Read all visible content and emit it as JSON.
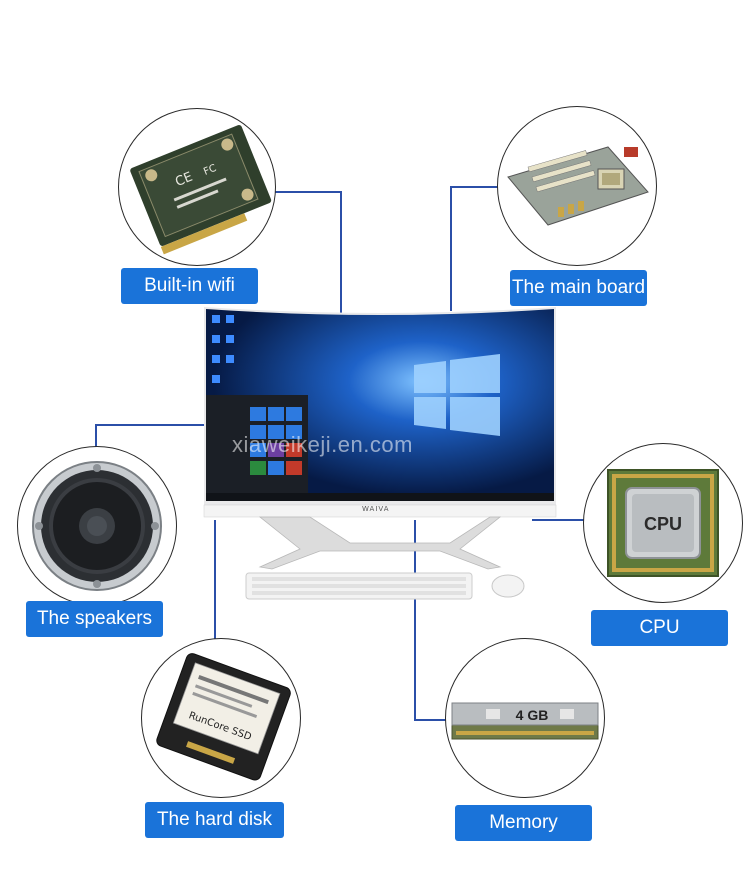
{
  "labels": {
    "wifi": "Built-in wifi",
    "mainboard": "The main board",
    "speakers": "The speakers",
    "cpu": "CPU",
    "harddisk": "The hard disk",
    "memory": "Memory"
  },
  "chip_text": {
    "cpu": "CPU",
    "memory": "4 GB",
    "ssd": "RunCore SSD"
  },
  "monitor": {
    "brand": "WAIVA",
    "watermark": "xiaweikeji.en.com"
  },
  "colors": {
    "label_bg": "#1a73d9",
    "connector": "#2b4fa8",
    "screen_bg": "#0b2a66",
    "pcb_green": "#5e7a3a"
  }
}
